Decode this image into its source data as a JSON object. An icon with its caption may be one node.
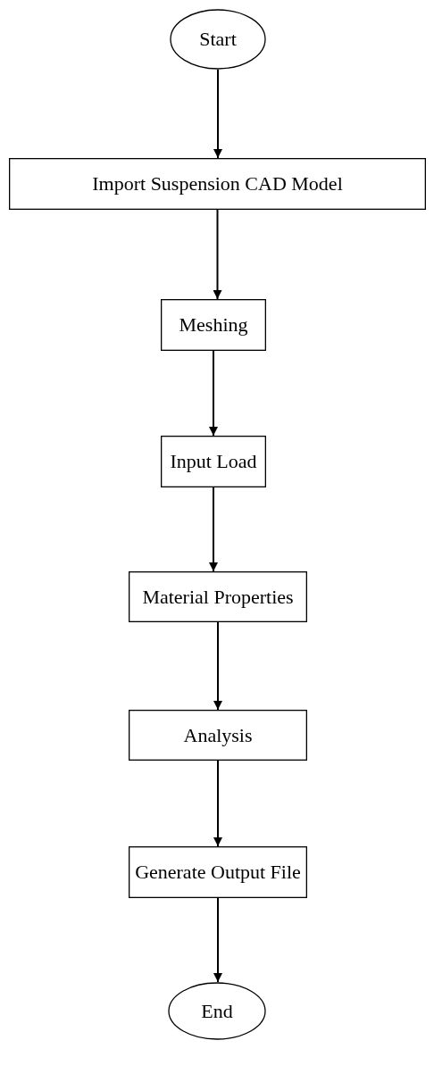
{
  "diagram": {
    "nodes": [
      {
        "text": [
          "Start"
        ]
      },
      {
        "text": [
          "Import Suspension CAD Model"
        ]
      },
      {
        "text": [
          "Meshing"
        ]
      },
      {
        "text": [
          "Input Load"
        ]
      },
      {
        "text": [
          "Material Properties"
        ]
      },
      {
        "text": [
          "Analysis"
        ]
      },
      {
        "text": [
          "Generate Output File"
        ]
      },
      {
        "text": [
          "End"
        ]
      }
    ],
    "edges": [
      {
        "from": 0,
        "to": 1,
        "arrow": "to"
      },
      {
        "from": 1,
        "to": 2,
        "arrow": "to"
      },
      {
        "from": 2,
        "to": 3,
        "arrow": "to"
      },
      {
        "from": 3,
        "to": 4,
        "arrow": "to"
      },
      {
        "from": 4,
        "to": 5,
        "arrow": "to"
      },
      {
        "from": 5,
        "to": 6,
        "arrow": "to"
      },
      {
        "from": 6,
        "to": 7,
        "arrow": "to"
      }
    ]
  }
}
